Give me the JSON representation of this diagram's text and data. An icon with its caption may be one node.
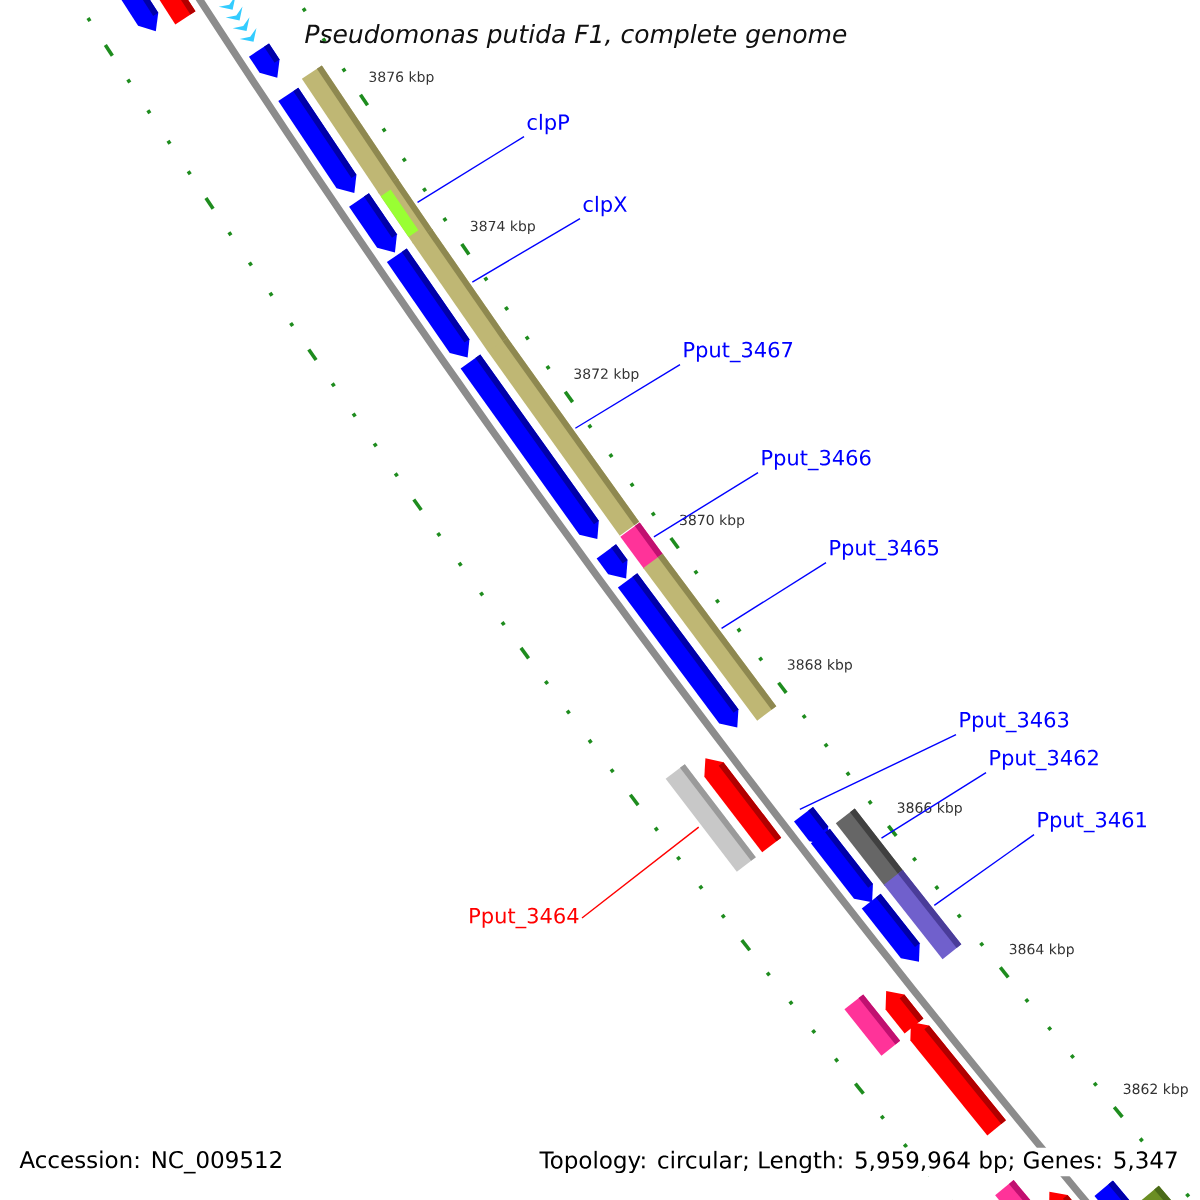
{
  "diagram": {
    "title": "Pseudomonas putida F1, complete genome",
    "nodes": [
      {
        "text": [
          "clpP"
        ]
      },
      {
        "text": [
          "clpX"
        ]
      },
      {
        "text": [
          "Pput_3467"
        ]
      },
      {
        "text": [
          "Pput_3466"
        ]
      },
      {
        "text": [
          "Pput_3465"
        ]
      },
      {
        "text": [
          "Pput_3463"
        ]
      },
      {
        "text": [
          "Pput_3462"
        ]
      },
      {
        "text": [
          "Pput_3461"
        ]
      },
      {
        "text": [
          "Pput_3464"
        ]
      },
      {
        "text": [],
        "shape": "arrow"
      },
      {
        "text": [],
        "shape": "bar"
      },
      {
        "text": [],
        "shape": "arrow"
      },
      {
        "text": [],
        "shape": "arrow"
      },
      {
        "text": [],
        "shape": "arrow"
      },
      {
        "text": [],
        "shape": "arrow"
      },
      {
        "text": [],
        "shape": "arrow"
      },
      {
        "text": [],
        "shape": "bar"
      },
      {
        "text": [],
        "shape": "arrow"
      },
      {
        "text": [],
        "shape": "bar"
      },
      {
        "text": [],
        "shape": "bar",
        "in": 18
      },
      {
        "text": [],
        "shape": "arrow"
      },
      {
        "text": [],
        "shape": "bar"
      },
      {
        "text": [],
        "shape": "arrow"
      },
      {
        "text": [],
        "shape": "bar"
      },
      {
        "text": [],
        "shape": "arrow"
      },
      {
        "text": [],
        "shape": "bar"
      },
      {
        "text": [],
        "shape": "arrow"
      },
      {
        "text": [],
        "shape": "bar"
      },
      {
        "text": [],
        "shape": "arrow"
      },
      {
        "text": [],
        "shape": "arrow"
      },
      {
        "text": [],
        "shape": "bar"
      },
      {
        "text": [],
        "shape": "arrow"
      },
      {
        "text": [],
        "shape": "bar"
      },
      {
        "text": [],
        "shape": "arrow"
      },
      {
        "text": [],
        "shape": "bar"
      },
      {
        "text": [],
        "shape": "arrow"
      },
      {
        "text": [],
        "shape": "arrow"
      },
      {
        "text": [],
        "shape": "bar"
      },
      {
        "text": [],
        "shape": "arrow"
      },
      {
        "text": [],
        "shape": "bar"
      },
      {
        "text": [],
        "shape": "arrow"
      },
      {
        "text": [],
        "shape": "arrow"
      },
      {
        "text": [],
        "shape": "bar"
      }
    ],
    "edges": [
      {
        "from": 0,
        "to": 18,
        "arrow": "none"
      },
      {
        "from": 1,
        "to": 21,
        "arrow": "none"
      },
      {
        "from": 2,
        "to": 23,
        "arrow": "none"
      },
      {
        "from": 3,
        "to": 25,
        "arrow": "none"
      },
      {
        "from": 4,
        "to": 27,
        "arrow": "none"
      },
      {
        "from": 5,
        "to": 31,
        "arrow": "none"
      },
      {
        "from": 6,
        "to": 32,
        "arrow": "none"
      },
      {
        "from": 7,
        "to": 34,
        "arrow": "none"
      },
      {
        "from": 8,
        "to": 30,
        "arrow": "none",
        "color": "#ff0000"
      }
    ],
    "labels": [
      "3876 kbp",
      "3874 kbp",
      "3872 kbp",
      "3870 kbp",
      "3868 kbp",
      "3866 kbp",
      "3864 kbp",
      "3862 kbp",
      "Accession: NC_009512",
      "Topology: circular; Length: 5,959,964 bp; Genes: 5,347"
    ]
  }
}
